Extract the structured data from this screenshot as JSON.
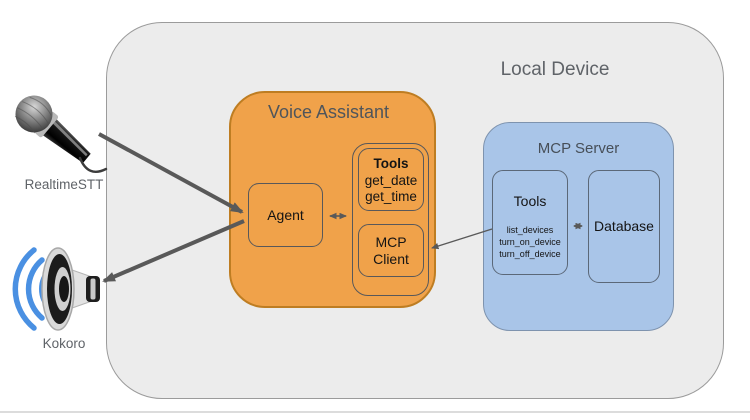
{
  "colors": {
    "outer_fill": "#ECECEC",
    "outer_border": "#9B9B9B",
    "orange_fill": "#F0A24A",
    "orange_border": "#BE7D22",
    "blue_fill": "#A9C5E8",
    "blue_border": "#7E93AE",
    "arrow": "#595959",
    "title_text": "#5F6368",
    "label_text": "#141414",
    "sound_wave_blue": "#4A90E2"
  },
  "icons": {
    "stt": "microphone-icon",
    "tts": "speaker-icon"
  },
  "local_device": {
    "title": "Local Device"
  },
  "voice_assistant": {
    "title": "Voice Assistant",
    "agent_label": "Agent",
    "tools": {
      "title": "Tools",
      "items": [
        "get_date",
        "get_time"
      ]
    },
    "mcp_client_label": "MCP Client"
  },
  "mcp_server": {
    "title": "MCP Server",
    "tools": {
      "title": "Tools",
      "items": [
        "list_devices",
        "turn_on_device",
        "turn_off_device"
      ]
    },
    "database_label": "Database"
  },
  "external": {
    "stt_label": "RealtimeSTT",
    "tts_label": "Kokoro"
  }
}
